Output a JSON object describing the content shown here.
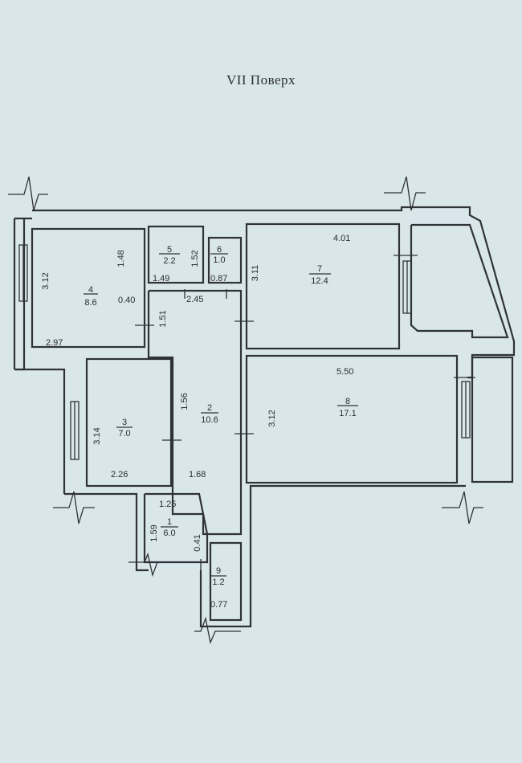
{
  "floor_title": "VII Поверх",
  "rooms": [
    {
      "number": "1",
      "area": "6.0"
    },
    {
      "number": "2",
      "area": "10.6"
    },
    {
      "number": "3",
      "area": "7.0"
    },
    {
      "number": "4",
      "area": "8.6"
    },
    {
      "number": "5",
      "area": "2.2"
    },
    {
      "number": "6",
      "area": "1.0"
    },
    {
      "number": "7",
      "area": "12.4"
    },
    {
      "number": "8",
      "area": "17.1"
    },
    {
      "number": "9",
      "area": "1.2"
    }
  ],
  "dimensions": {
    "room4_width": "2.97",
    "room4_height": "3.12",
    "room4_right": "1.48",
    "room4_door": "0.40",
    "room5_width": "1.49",
    "room5_height": "1.52",
    "room6_width": "0.87",
    "hall_top": "2.45",
    "hall_left": "1.51",
    "hall_mid": "1.56",
    "hall_bottom": "1.68",
    "room3_width": "2.26",
    "room3_height": "3.14",
    "room7_width": "4.01",
    "room7_height": "3.11",
    "room8_width": "5.50",
    "room8_height": "3.12",
    "room1_width": "1.25",
    "room1_height": "1.59",
    "room1_right": "0.41",
    "room9_width": "0.77"
  }
}
